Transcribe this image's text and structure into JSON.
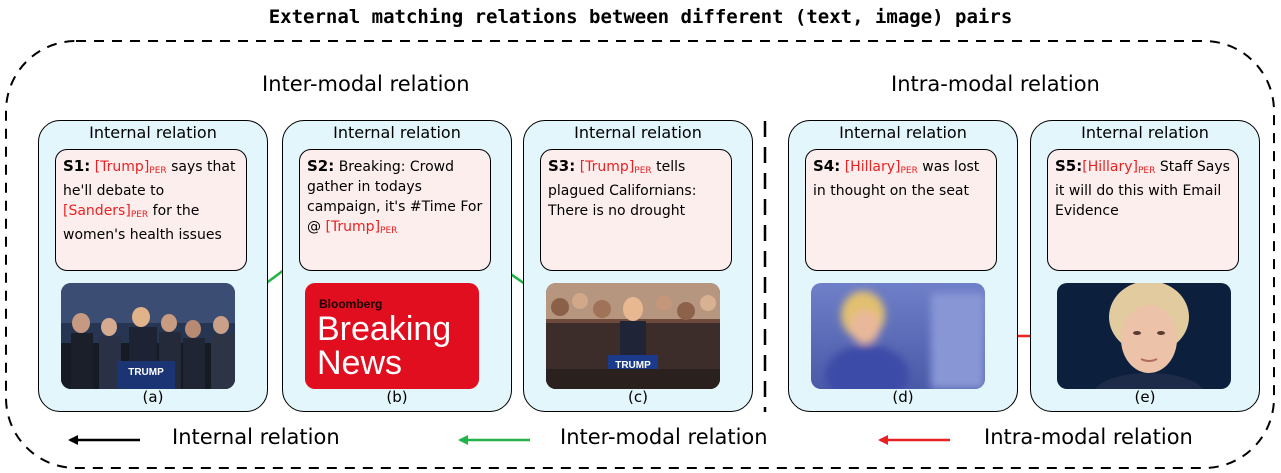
{
  "title": "External matching relations between different (text, image) pairs",
  "sections": {
    "inter_modal": "Inter-modal relation",
    "intra_modal": "Intra-modal relation"
  },
  "panel_heading": "Internal relation",
  "panels": [
    {
      "id": "S1:",
      "caption": "(a)",
      "text": {
        "p1": " says that he'll debate to ",
        "p2": " for the women's health issues"
      },
      "entities": [
        "[Trump]",
        "[Sanders]"
      ]
    },
    {
      "id": "S2:",
      "caption": "(b)",
      "text": {
        "p1": " Breaking: Crowd gather in todays campaign, it's #Time For @ "
      },
      "entities": [
        "[Trump]"
      ]
    },
    {
      "id": "S3:",
      "caption": "(c)",
      "text": {
        "p1": " tells plagued Californians: There is no drought"
      },
      "entities": [
        "[Trump]"
      ]
    },
    {
      "id": "S4:",
      "caption": "(d)",
      "text": {
        "p1": " was lost in thought on the seat"
      },
      "entities": [
        "[Hillary]"
      ]
    },
    {
      "id": "S5:",
      "caption": "(e)",
      "text": {
        "p1": " Staff Says it will do this with Email Evidence"
      },
      "entities": [
        "[Hillary]"
      ]
    }
  ],
  "entity_tag": "PER",
  "image_text": {
    "podium_sign": "TRUMP",
    "bloomberg_brand": "Bloomberg",
    "bloomberg_line1": "Breaking",
    "bloomberg_line2": "News"
  },
  "legend": [
    {
      "label": "Internal relation",
      "color": "#000000"
    },
    {
      "label": "Inter-modal relation",
      "color": "#21b24a"
    },
    {
      "label": "Intra-modal relation",
      "color": "#e82222"
    }
  ]
}
